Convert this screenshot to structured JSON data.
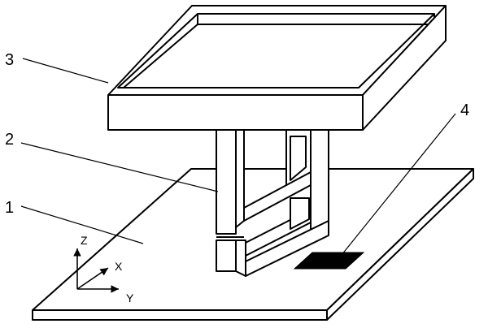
{
  "labels": {
    "base": "1",
    "mechanism": "2",
    "tray": "3",
    "sensor": "4"
  },
  "axes": {
    "z": "Z",
    "x": "X",
    "y": "Y"
  },
  "colors": {
    "stroke": "#000000",
    "background": "#ffffff",
    "sensor_fill": "#000000"
  }
}
